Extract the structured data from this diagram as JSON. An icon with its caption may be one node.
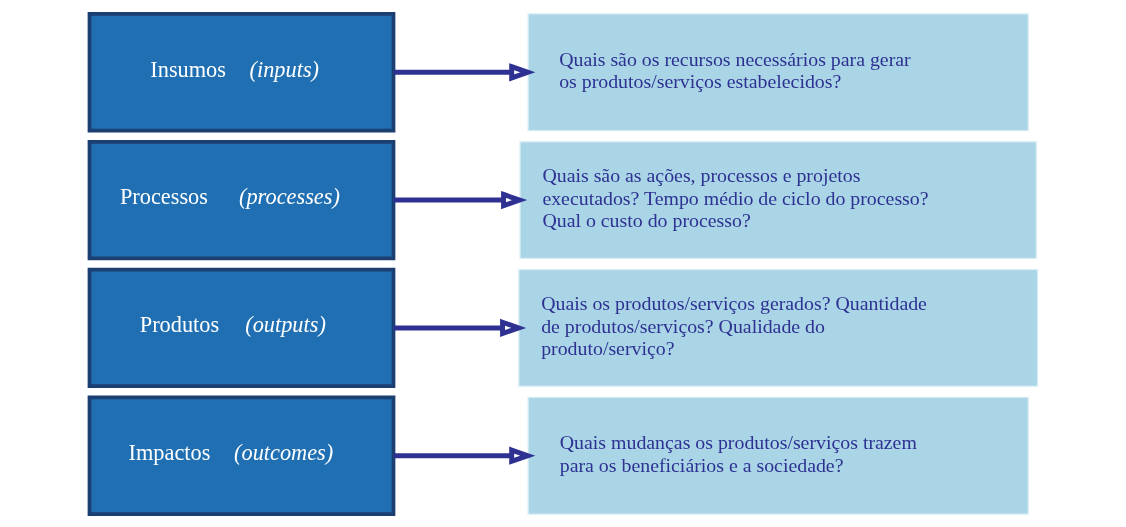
{
  "diagram": {
    "nodes": [
      {
        "text": [
          "Impactos *(outcomes)*"
        ]
      },
      {
        "text": [
          "Quais mudanças os produtos/serviços trazem para os beneficiários e a sociedade?"
        ]
      },
      {
        "text": [
          "Produtos *(outputs)*"
        ]
      },
      {
        "text": [
          "Quais os produtos/serviços gerados? Quantidade de produtos/serviços? Qualidade do produto/serviço?"
        ]
      },
      {
        "text": [
          "Processos *(processes)*"
        ]
      },
      {
        "text": [
          "Quais são as ações, processos e projetos executados? Tempo médio de ciclo do processo? Qual o custo do processo?"
        ]
      },
      {
        "text": [
          "Insumos *(inputs)*"
        ]
      },
      {
        "text": [
          "Quais são os recursos necessários para gerar os produtos/serviços estabelecidos?"
        ]
      }
    ],
    "edges": [
      {
        "from": 0,
        "to": 1,
        "arrow": "to"
      },
      {
        "from": 2,
        "to": 3,
        "arrow": "to"
      },
      {
        "from": 4,
        "to": 5,
        "arrow": "to"
      },
      {
        "from": 6,
        "to": 7,
        "arrow": "to"
      }
    ]
  }
}
